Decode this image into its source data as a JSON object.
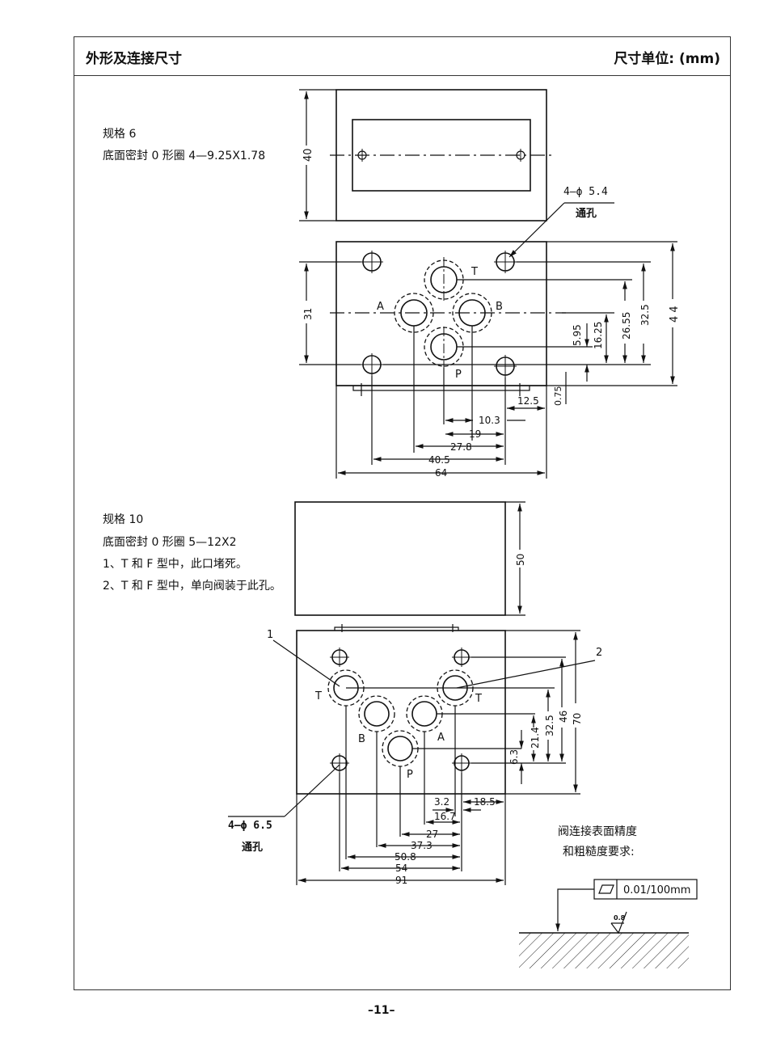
{
  "header": {
    "title": "外形及连接尺寸",
    "unit_label": "尺寸单位: (mm)"
  },
  "spec6": {
    "label": "规格 6",
    "seal": "底面密封 0 形圈 4—9.25X1.78",
    "top_view": {
      "height_dim": "40"
    },
    "hole_callout": {
      "spec": "4—ϕ  5.4",
      "note": "通孔"
    },
    "ports": [
      "T",
      "A",
      "B",
      "P"
    ],
    "vertical_dims": [
      "31",
      "5.95",
      "16.25",
      "26.55",
      "32.5",
      "4 4",
      "0.75"
    ],
    "horizontal_dims": [
      "12.5",
      "10.3",
      "19",
      "27.8",
      "40.5",
      "64"
    ]
  },
  "spec10": {
    "label": "规格 10",
    "seal": "底面密封 0 形圈 5—12X2",
    "notes": [
      "1、T 和 F 型中，此口堵死。",
      "2、T 和 F 型中，单向阀装于此孔。"
    ],
    "top_view": {
      "height_dim": "50"
    },
    "leaders": [
      "1",
      "2"
    ],
    "hole_callout": {
      "spec": "4—ϕ  6.5",
      "note": "通孔"
    },
    "ports": [
      "T",
      "T",
      "B",
      "A",
      "P"
    ],
    "vertical_dims": [
      "6.3",
      "21.4",
      "32.5",
      "46",
      "70"
    ],
    "horizontal_dims": [
      "3.2",
      "18.5",
      "16.7",
      "27",
      "37.3",
      "50.8",
      "54",
      "91"
    ]
  },
  "surface": {
    "line1": "阀连接表面精度",
    "line2": "和粗糙度要求:",
    "flatness": "0.01/100mm",
    "roughness": "0.8"
  },
  "footer": {
    "page_number": "–11–"
  }
}
